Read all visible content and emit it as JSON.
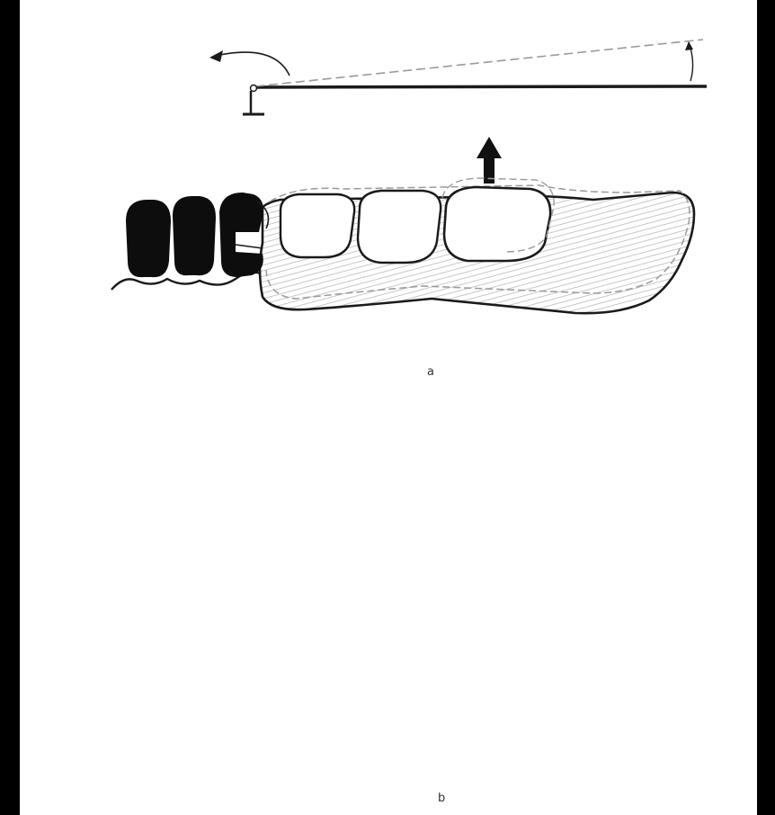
{
  "figure": {
    "panels": [
      {
        "id": "a",
        "label": "a"
      },
      {
        "id": "b",
        "label": "b"
      }
    ],
    "colors": {
      "page": "#ffffff",
      "frame": "#000000",
      "ink": "#1a1a1a",
      "abutment_teeth": "#0d0d0d",
      "shading": "#a8a8a8",
      "dashed_outline": "#9a9a9a"
    }
  }
}
